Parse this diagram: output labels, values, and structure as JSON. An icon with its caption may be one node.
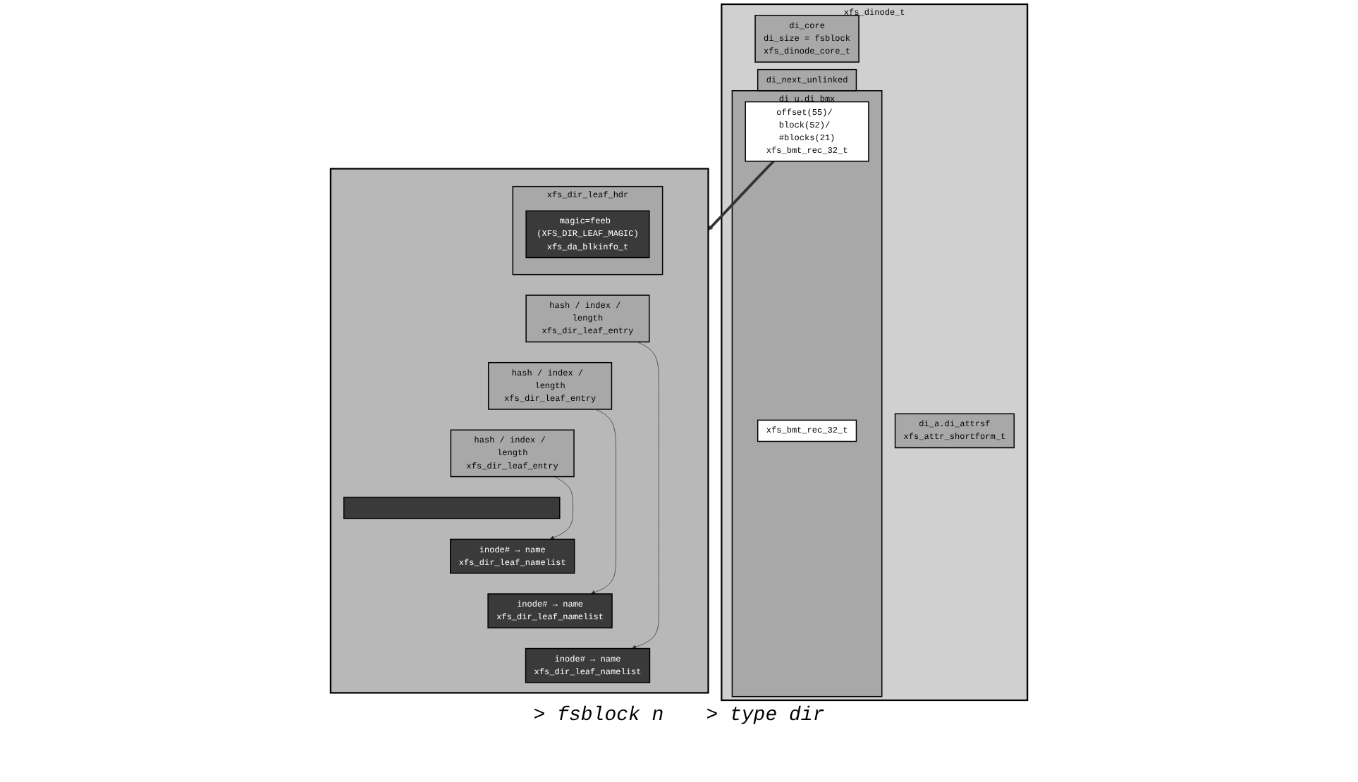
{
  "diagram": {
    "nodes": [
      {
        "text": [
          "xfs_dinode_t"
        ]
      },
      {
        "text": [
          "di_core",
          "di_size = fsblock",
          "xfs_dinode_core_t"
        ],
        "in": 0
      },
      {
        "text": [
          "di_next_unlinked"
        ],
        "in": 0
      },
      {
        "text": [
          "di_u.di_bmx"
        ],
        "in": 0
      },
      {
        "text": [
          "offset(55)/ block(52)/ #blocks(21)",
          "xfs_bmt_rec_32_t"
        ],
        "in": 3
      },
      {
        "text": [
          "xfs_bmt_rec_32_t"
        ],
        "in": 3
      },
      {
        "text": [
          "di_a.di_attrsf",
          "xfs_attr_shortform_t"
        ],
        "in": 0
      },
      {
        "text": [],
        "shape": "box"
      },
      {
        "text": [
          "xfs_dir_leaf_hdr"
        ],
        "in": 7
      },
      {
        "text": [
          "magic=feeb (XFS_DIR_LEAF_MAGIC)",
          "xfs_da_blkinfo_t"
        ],
        "in": 8
      },
      {
        "text": [
          "hash / index / length",
          "xfs_dir_leaf_entry"
        ],
        "in": 7
      },
      {
        "text": [
          "hash / index / length",
          "xfs_dir_leaf_entry"
        ],
        "in": 7
      },
      {
        "text": [
          "hash / index / length",
          "xfs_dir_leaf_entry"
        ],
        "in": 7
      },
      {
        "text": [],
        "shape": "bar",
        "in": 7
      },
      {
        "text": [
          "inode# → name",
          "xfs_dir_leaf_namelist"
        ],
        "in": 7
      },
      {
        "text": [
          "inode# → name",
          "xfs_dir_leaf_namelist"
        ],
        "in": 7
      },
      {
        "text": [
          "inode# → name",
          "xfs_dir_leaf_namelist"
        ],
        "in": 7
      }
    ],
    "edges": [
      {
        "from": 4,
        "to": 7,
        "arrow": "to",
        "style": "thick"
      },
      {
        "from": 10,
        "to": 16,
        "arrow": "to"
      },
      {
        "from": 11,
        "to": 15,
        "arrow": "to"
      },
      {
        "from": 12,
        "to": 14,
        "arrow": "to"
      }
    ],
    "labels": [
      "> fsblock n",
      "> type dir"
    ]
  }
}
